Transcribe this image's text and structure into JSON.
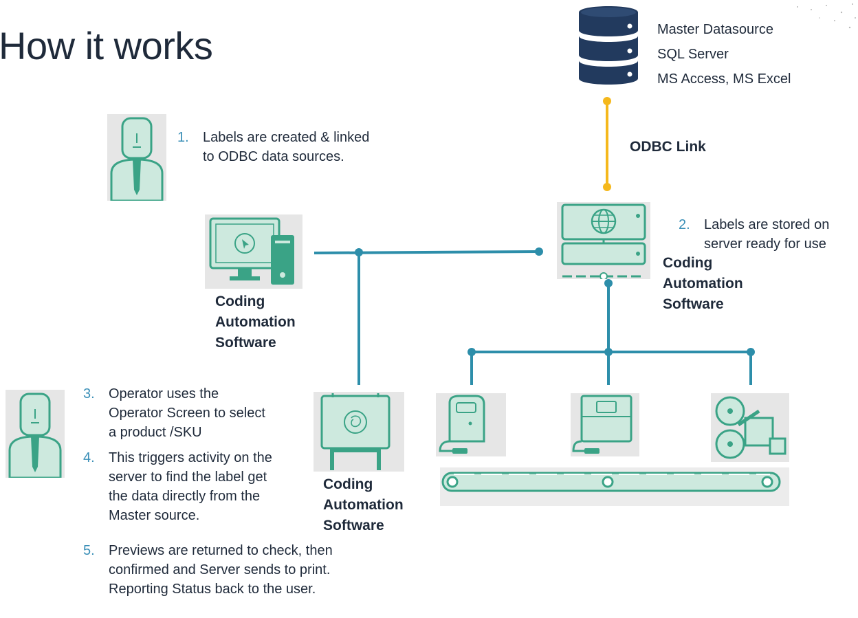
{
  "title": "How it works",
  "datasource": {
    "lines": [
      "Master Datasource",
      "SQL Server",
      "MS Access, MS Excel"
    ]
  },
  "odbc_link": "ODBC Link",
  "steps": [
    {
      "num": "1.",
      "text": "Labels are created & linked to ODBC data sources."
    },
    {
      "num": "2.",
      "text": "Labels are stored on server ready for use"
    },
    {
      "num": "3.",
      "text": "Operator uses the Operator Screen to select a product /SKU"
    },
    {
      "num": "4.",
      "text": "This triggers activity on the server to find the label get the data directly from the Master source."
    },
    {
      "num": "5.",
      "text": "Previews are returned to check, then confirmed and Server sends to print. Reporting Status back to the user."
    }
  ],
  "captions": {
    "workstation": [
      "Coding",
      "Automation",
      "Software"
    ],
    "server": [
      "Coding",
      "Automation",
      "Software"
    ],
    "operator_screen": [
      "Coding",
      "Automation",
      "Software"
    ]
  },
  "colors": {
    "teal": "#2d8eaa",
    "odbc_yellow": "#f5b81c",
    "icon_green": "#3aa386",
    "icon_fill": "#cde9de",
    "db_navy": "#223a5e",
    "number_blue": "#3a8fb7"
  }
}
